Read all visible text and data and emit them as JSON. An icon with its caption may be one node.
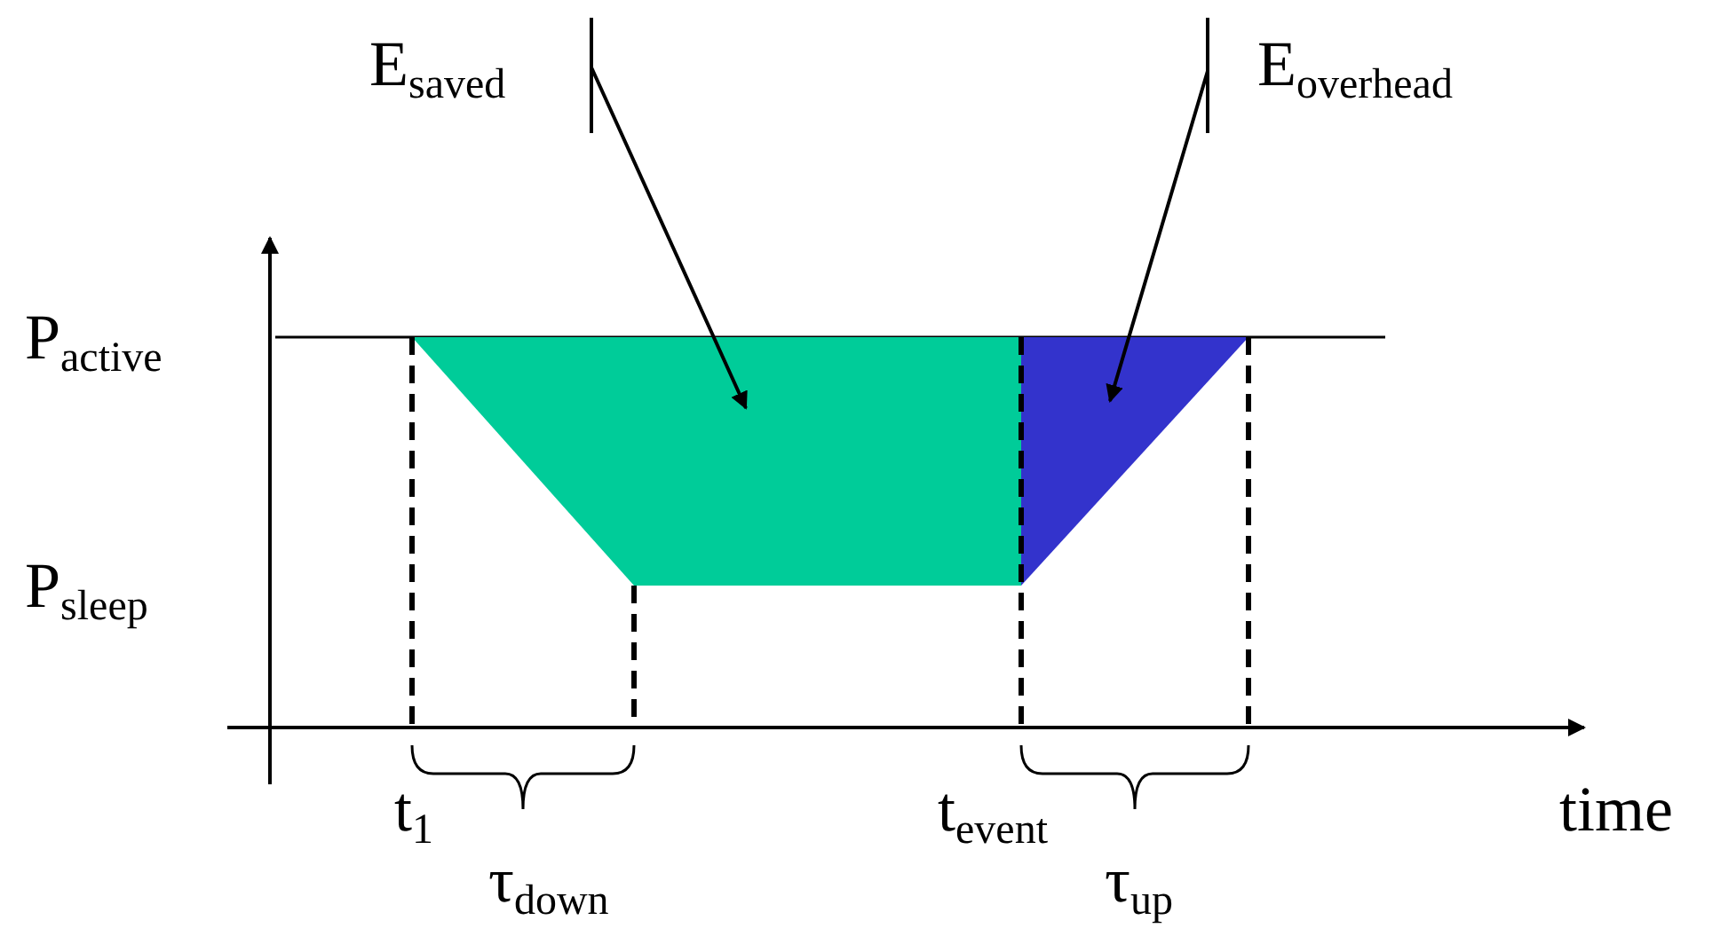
{
  "diagram": {
    "nodes": [
      {
        "text": [
          "E$_{saved}$"
        ]
      },
      {
        "text": [
          "E$_{overhead}$"
        ]
      },
      {
        "text": [],
        "shape": "trapezoid"
      },
      {
        "text": [],
        "shape": "triangle"
      }
    ],
    "edges": [
      {
        "from": 0,
        "to": 2,
        "arrow": "to"
      },
      {
        "from": 1,
        "to": 3,
        "arrow": "to"
      }
    ],
    "labels": [
      "P$_{active}$",
      "P$_{sleep}$",
      "t$_{1}$",
      "τ$_{down}$",
      "t$_{event}$",
      "τ$_{up}$",
      "time"
    ]
  }
}
